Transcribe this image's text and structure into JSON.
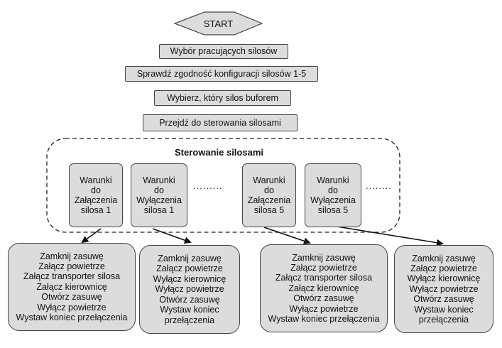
{
  "start": "START",
  "steps": [
    "Wybór pracujących silosów",
    "Sprawdź zgodność konfiguracji silosów 1-5",
    "Wybierz, który silos buforem",
    "Przejdź do sterowania silosami"
  ],
  "group_title": "Sterowanie silosami",
  "conditions": [
    {
      "lines": [
        "Warunki",
        "do",
        "Załączenia",
        "silosa 1"
      ]
    },
    {
      "lines": [
        "Warunki",
        "do",
        "Wyłączenia",
        "silosa 1"
      ]
    },
    {
      "lines": [
        "Warunki",
        "do",
        "Załączenia",
        "silosa 5"
      ]
    },
    {
      "lines": [
        "Warunki",
        "do",
        "Wyłączenia",
        "silosa 5"
      ]
    }
  ],
  "ellipses": [
    ".........",
    "........"
  ],
  "actions": [
    {
      "lines": [
        "Zamknij zasuwę",
        "Załącz powietrze",
        "Załącz transporter silosa",
        "Załącz kierownicę",
        "Otwórz zasuwę",
        "Wyłącz powietrze",
        "Wystaw koniec przełączenia"
      ]
    },
    {
      "lines": [
        "Zamknij zasuwę",
        "Załącz powietrze",
        "Wyłącz kierownicę",
        "Wyłącz powietrze",
        "Otwórz zasuwę",
        "Wystaw koniec",
        "przełączenia"
      ]
    },
    {
      "lines": [
        "Zamknij zasuwę",
        "Załącz powietrze",
        "Załącz transporter silosa",
        "Załącz kierownicę",
        "Otwórz zasuwę",
        "Wyłącz powietrze",
        "Wystaw koniec przełączenia"
      ]
    },
    {
      "lines": [
        "Zamknij zasuwę",
        "Załącz powietrze",
        "Wyłącz kierownicę",
        "Wyłącz powietrze",
        "Otwórz zasuwę",
        "Wystaw koniec",
        "przełączenia"
      ]
    }
  ]
}
